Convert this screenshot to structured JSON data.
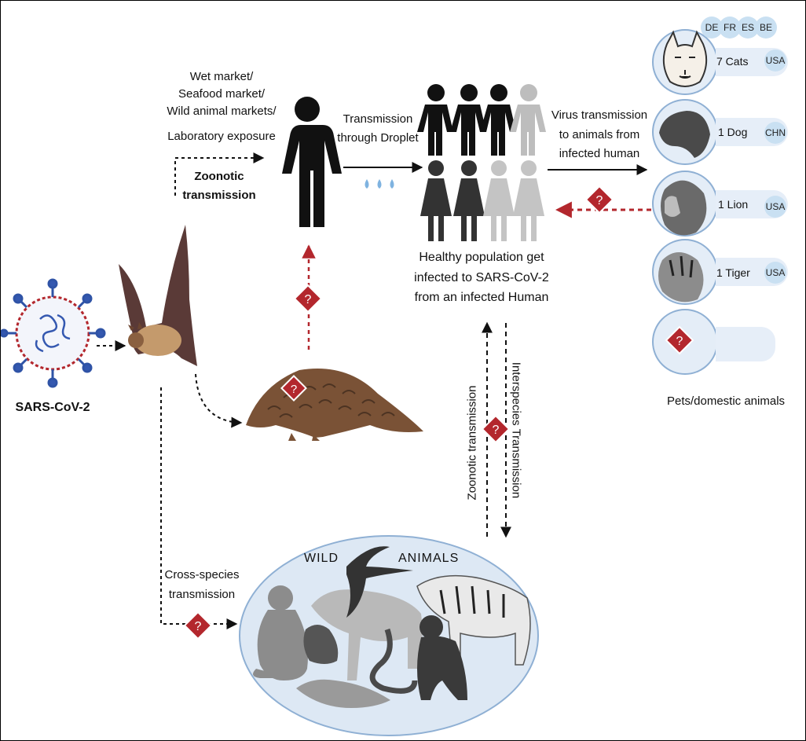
{
  "colors": {
    "accent_red": "#b3272d",
    "ellipse_fill": "#dde8f4",
    "ellipse_stroke": "#8fb0d4",
    "country_fill": "#c9e0f2",
    "drop_blue": "#7fb3e0"
  },
  "virus": {
    "label": "SARS-CoV-2"
  },
  "sources": {
    "lines": [
      "Wet market/",
      "Seafood market/",
      "Wild animal markets/",
      "Laboratory exposure"
    ],
    "zoonotic_line1": "Zoonotic",
    "zoonotic_line2": "transmission"
  },
  "droplet": {
    "line1": "Transmission",
    "line2": "through Droplet"
  },
  "healthy": {
    "line1": "Healthy population get",
    "line2": "infected to SARS-CoV-2",
    "line3": "from an infected Human"
  },
  "virus_to_animals": {
    "line1": "Virus transmission",
    "line2": "to animals from",
    "line3": "infected human"
  },
  "vertical": {
    "left": "Zoonotic transmission",
    "right": "Interspecies Transmission"
  },
  "cross_species": {
    "line1": "Cross-species",
    "line2": "transmission"
  },
  "wild_animals": {
    "word1": "WILD",
    "word2": "ANIMALS"
  },
  "pets": {
    "footer": "Pets/domestic animals",
    "top_countries": [
      "DE",
      "FR",
      "ES",
      "BE"
    ],
    "rows": [
      {
        "name": "7 Cats",
        "country": "USA"
      },
      {
        "name": "1 Dog",
        "country": "CHN"
      },
      {
        "name": "1 Lion",
        "country": "USA"
      },
      {
        "name": "1 Tiger",
        "country": "USA"
      }
    ]
  },
  "question_mark": "?"
}
